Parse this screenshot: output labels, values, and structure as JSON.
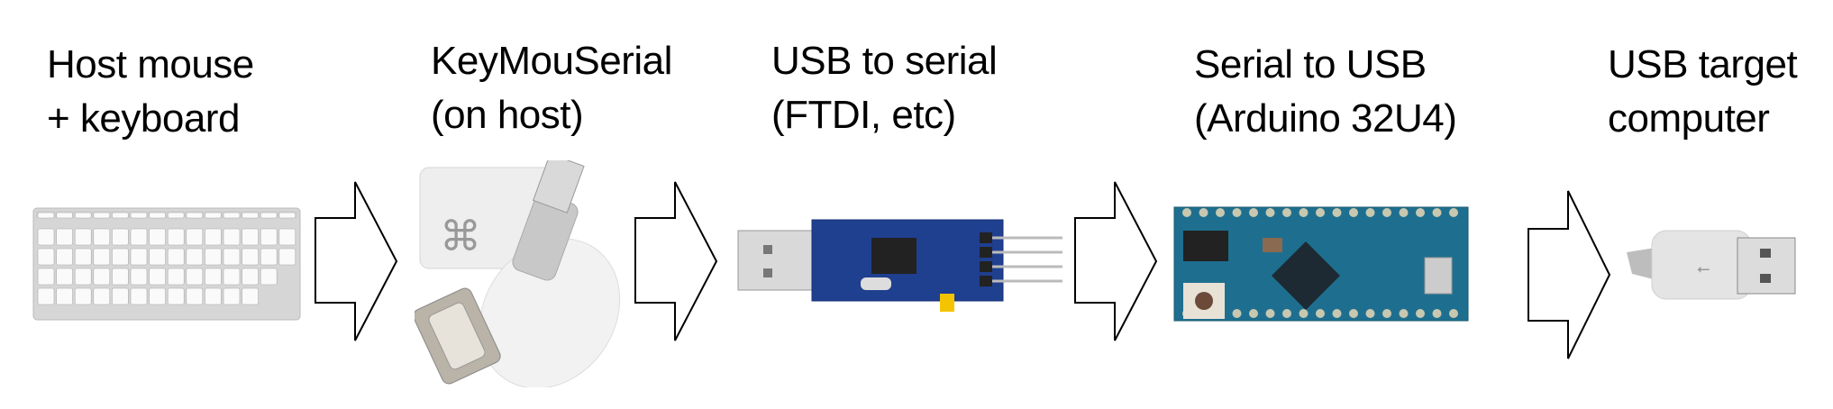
{
  "stages": [
    {
      "line1": "Host mouse",
      "line2": "+ keyboard",
      "image": "keyboard-image"
    },
    {
      "line1": "KeyMouSerial",
      "line2": "(on host)",
      "image": "key-mouse-serial-usb-image"
    },
    {
      "line1": "USB to serial",
      "line2": "(FTDI, etc)",
      "image": "usb-serial-adapter-image"
    },
    {
      "line1": "Serial to USB",
      "line2": "(Arduino 32U4)",
      "image": "arduino-micro-image"
    },
    {
      "line1": "USB target",
      "line2": "computer",
      "image": "usb-plug-image"
    }
  ],
  "colors": {
    "pcb_blue": "#1f3f8f",
    "arduino_teal": "#1e6f8f",
    "arrow_stroke": "#000000"
  }
}
